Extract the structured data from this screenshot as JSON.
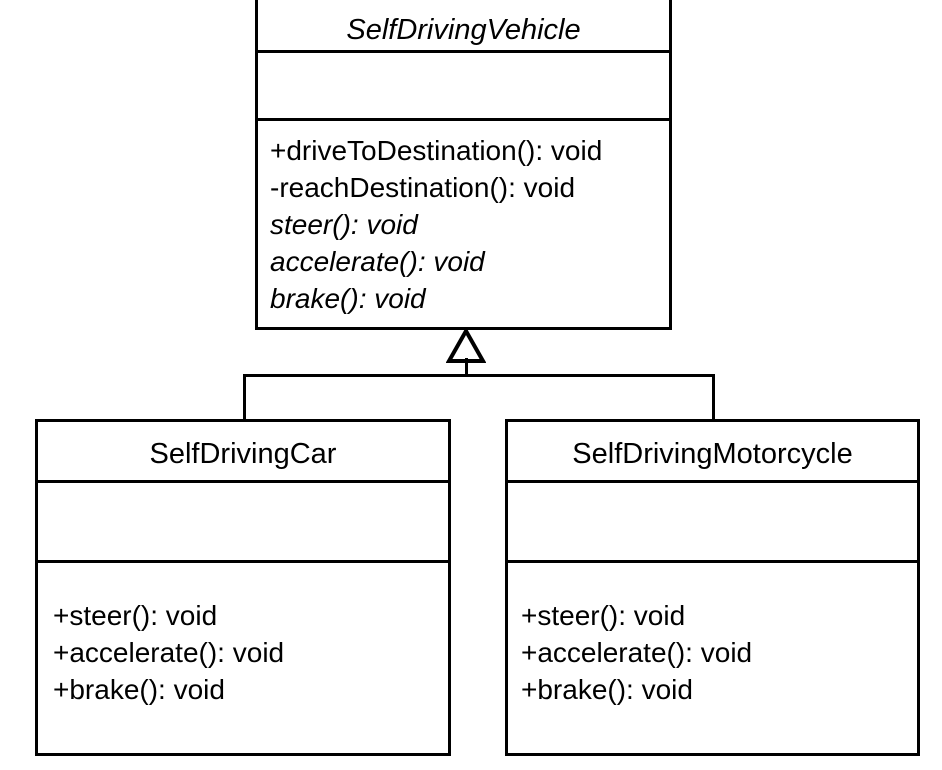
{
  "diagram": {
    "type": "uml-class-diagram",
    "relationship": "generalization",
    "stroke_color": "#000000",
    "background_color": "#ffffff"
  },
  "classes": {
    "parent": {
      "name": "SelfDrivingVehicle",
      "is_abstract": true,
      "attributes": [],
      "operations": [
        {
          "text": "+driveToDestination(): void",
          "abstract": false
        },
        {
          "text": "-reachDestination(): void",
          "abstract": false
        },
        {
          "text": "steer(): void",
          "abstract": true
        },
        {
          "text": "accelerate(): void",
          "abstract": true
        },
        {
          "text": "brake(): void",
          "abstract": true
        }
      ]
    },
    "child_left": {
      "name": "SelfDrivingCar",
      "is_abstract": false,
      "attributes": [],
      "operations": [
        {
          "text": "+steer(): void",
          "abstract": false
        },
        {
          "text": "+accelerate(): void",
          "abstract": false
        },
        {
          "text": "+brake(): void",
          "abstract": false
        }
      ]
    },
    "child_right": {
      "name": "SelfDrivingMotorcycle",
      "is_abstract": false,
      "attributes": [],
      "operations": [
        {
          "text": "+steer(): void",
          "abstract": false
        },
        {
          "text": "+accelerate(): void",
          "abstract": false
        },
        {
          "text": "+brake(): void",
          "abstract": false
        }
      ]
    }
  }
}
